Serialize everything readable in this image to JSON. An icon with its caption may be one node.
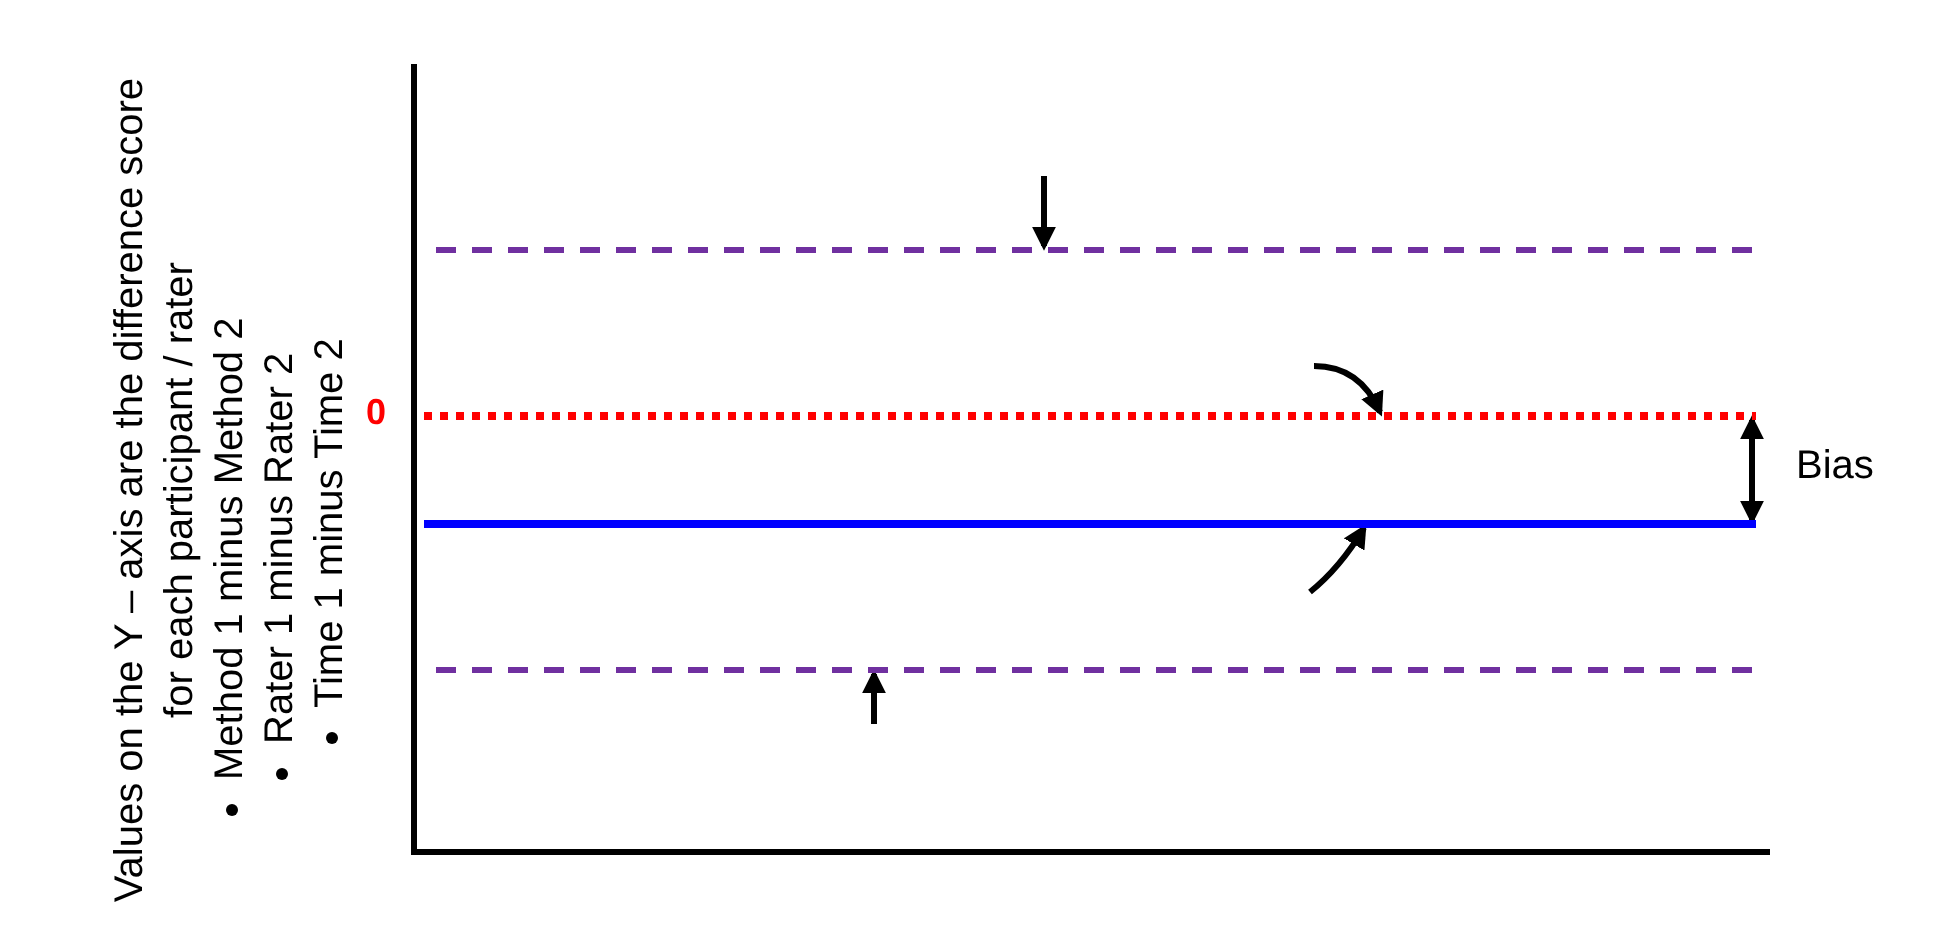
{
  "diagram": {
    "nodes": [
      {
        "text": [],
        "shape": "line"
      },
      {
        "text": [],
        "shape": "line"
      },
      {
        "text": [],
        "shape": "line"
      },
      {
        "text": [],
        "shape": "line"
      }
    ],
    "edges": [
      {
        "from": null,
        "to": 0,
        "arrow": "to"
      },
      {
        "from": null,
        "to": 1,
        "arrow": "to"
      },
      {
        "from": null,
        "to": 2,
        "arrow": "to"
      },
      {
        "from": null,
        "to": 3,
        "arrow": "to"
      },
      {
        "from": 1,
        "to": 2,
        "arrow": "both",
        "label": "Bias"
      }
    ],
    "labels": [
      "Values on the Y – axis are the difference score for each participant / rater",
      "Method 1 minus Method 2",
      "Rater 1 minus Rater 2",
      "Time 1 minus Time 2",
      "0"
    ]
  }
}
